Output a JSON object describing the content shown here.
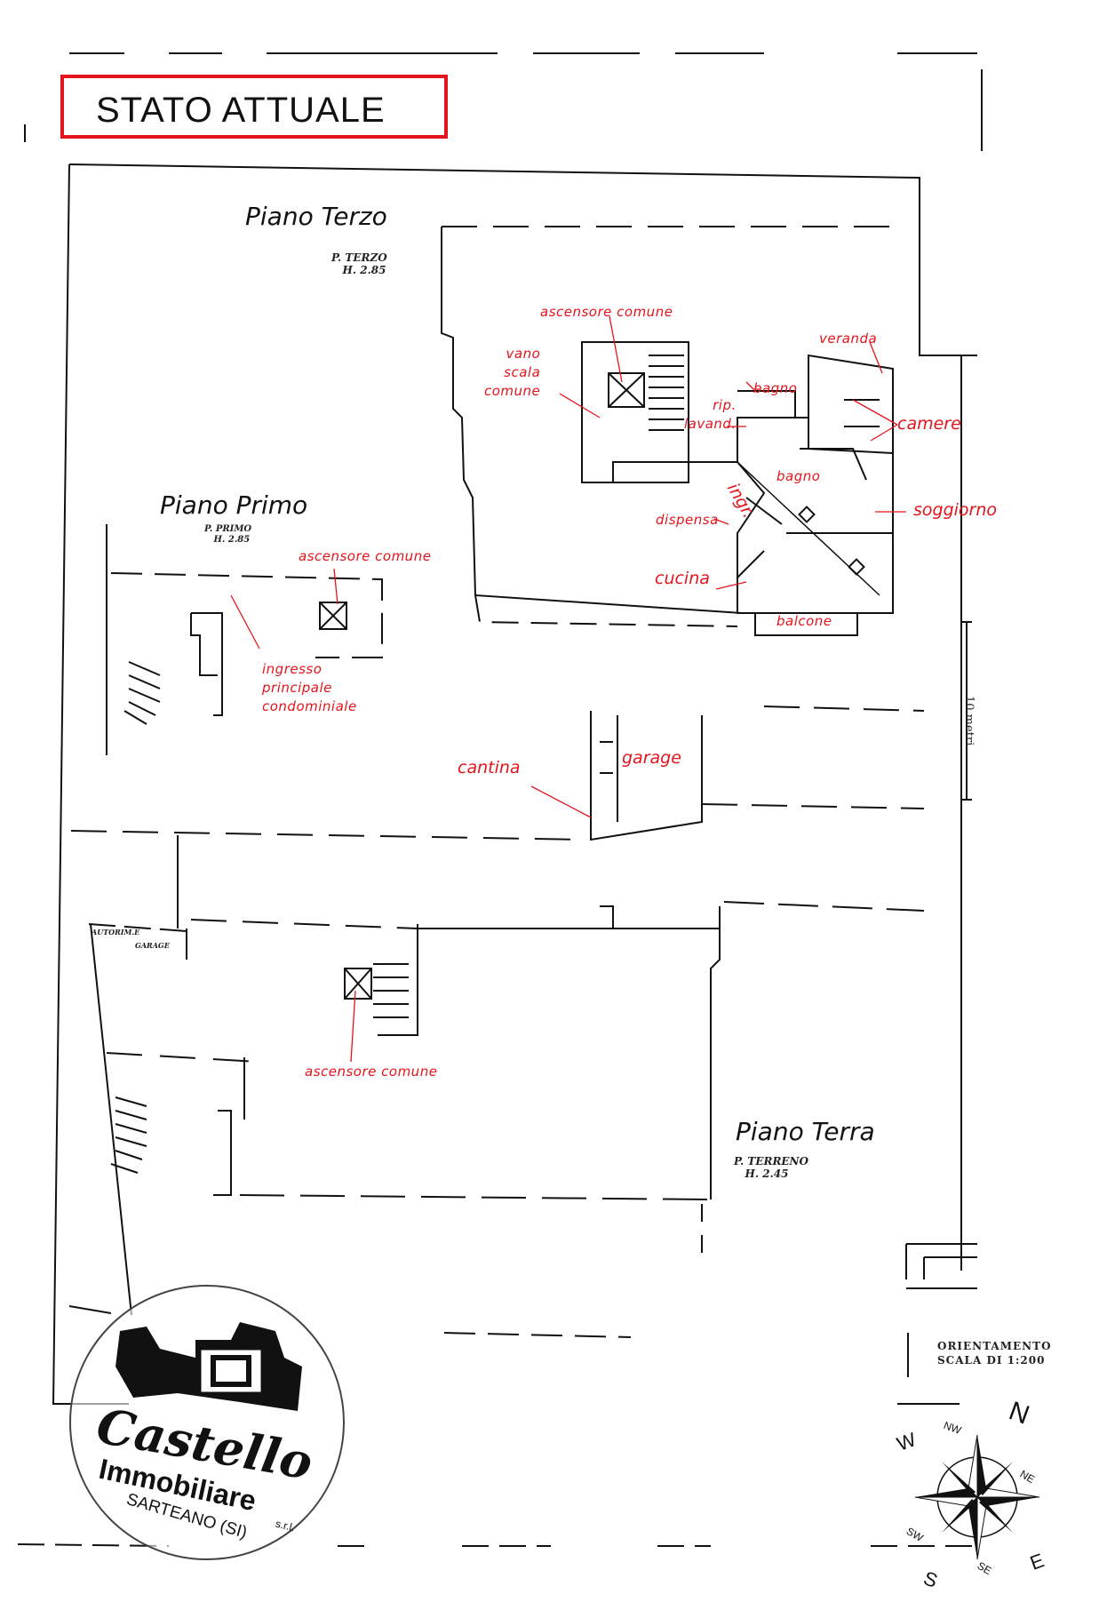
{
  "title": "STATO ATTUALE",
  "floors": {
    "terzo": "Piano Terzo",
    "primo": "Piano Primo",
    "terra": "Piano Terra"
  },
  "stamps": {
    "terzo": "P. TERZO\n   H. 2.85",
    "primo": "P. PRIMO\n   H. 2.85",
    "terreno": "P. TERRENO\n   H. 2.45",
    "autorimesse": "AUTORIM.E",
    "garage_small": "GARAGE"
  },
  "labels": {
    "ascensore_terzo": "ascensore comune",
    "vano_scala": "vano\nscala\ncomune",
    "veranda": "veranda",
    "bagno1": "bagno",
    "rip_lavand": "rip.\nlavand.",
    "camere": "camere",
    "bagno2": "bagno",
    "ingr": "ingr.",
    "soggiorno": "soggiorno",
    "dispensa": "dispensa",
    "cucina": "cucina",
    "balcone": "balcone",
    "ascensore_primo": "ascensore comune",
    "ingresso": "ingresso\nprincipale\ncondominiale",
    "cantina": "cantina",
    "garage": "garage",
    "ascensore_terra": "ascensore comune"
  },
  "orientation": {
    "line1": "ORIENTAMENTO",
    "line2": "SCALA DI 1:200"
  },
  "scale_bar": "10 metri",
  "compass": {
    "N": "N",
    "S": "S",
    "E": "E",
    "W": "W",
    "NE": "NE",
    "NW": "NW",
    "SE": "SE",
    "SW": "SW"
  },
  "logo": {
    "brand": "Castello",
    "sub": "Immobiliare",
    "srl": "s.r.l.",
    "location": "SARTEANO (SI)"
  },
  "colors": {
    "annotation": "#e3141b",
    "lines": "#111111"
  }
}
